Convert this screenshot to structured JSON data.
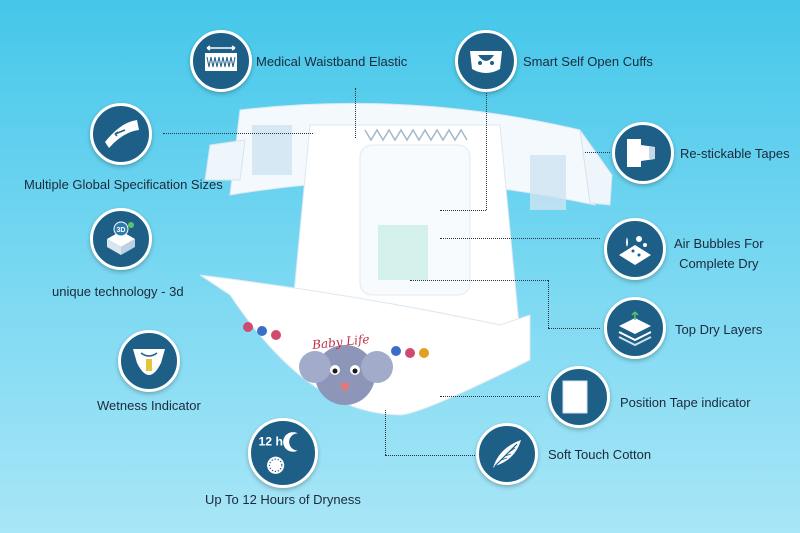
{
  "features": {
    "waistband": "Medical Waistband Elastic",
    "cuffs": "Smart Self Open Cuffs",
    "sizes": "Multiple Global Specification Sizes",
    "tapes": "Re-stickable Tapes",
    "tech3d": "unique technology - 3d",
    "air_line1": "Air Bubbles For",
    "air_line2": "Complete Dry",
    "dry_layers": "Top Dry Layers",
    "wetness": "Wetness Indicator",
    "position_tape": "Position Tape indicator",
    "soft_cotton": "Soft Touch Cotton",
    "dryness": "Up To 12 Hours of Dryness"
  },
  "product": {
    "brand": "Baby Life"
  },
  "icons": {
    "tech_badge_text": "3D",
    "hours_badge_text": "12 h"
  },
  "colors": {
    "badge": "#1d5f86",
    "background_top": "#45c7ea",
    "background_bottom": "#a8e6f7"
  }
}
